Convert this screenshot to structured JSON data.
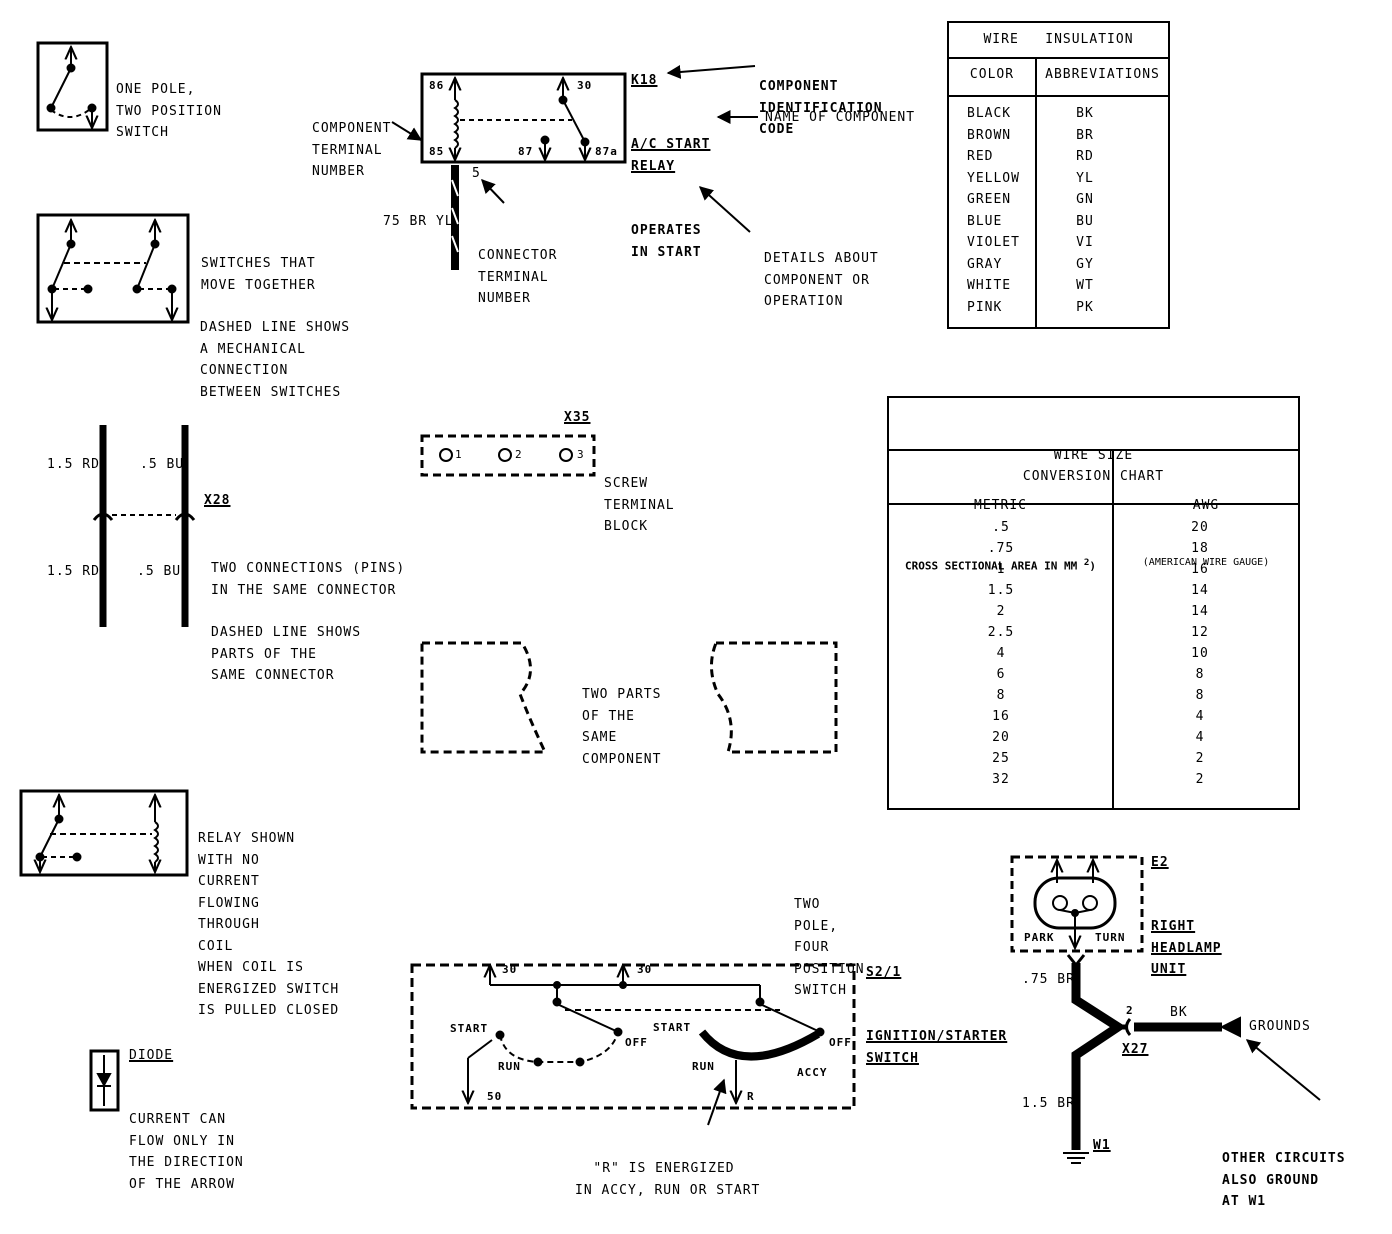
{
  "legend": {
    "one_pole": [
      "ONE POLE,",
      "TWO POSITION",
      "SWITCH"
    ],
    "together": [
      "SWITCHES THAT",
      "MOVE TOGETHER"
    ],
    "dashed_mech": [
      "DASHED LINE SHOWS",
      "A MECHANICAL",
      "CONNECTION",
      "BETWEEN SWITCHES"
    ],
    "two_conn": [
      "TWO CONNECTIONS (PINS)",
      "IN THE SAME CONNECTOR"
    ],
    "dashed_parts": [
      "DASHED LINE SHOWS",
      "PARTS OF THE",
      "SAME CONNECTOR"
    ],
    "relay": [
      "RELAY SHOWN",
      "WITH NO",
      "CURRENT",
      "FLOWING",
      "THROUGH",
      "COIL",
      "WHEN COIL IS",
      "ENERGIZED SWITCH",
      "IS PULLED CLOSED"
    ],
    "diode_title": "DIODE",
    "diode_desc": [
      "CURRENT CAN",
      "FLOW ONLY IN",
      "THE DIRECTION",
      "OF THE ARROW"
    ],
    "two_parts": [
      "TWO PARTS",
      "OF THE",
      "SAME",
      "COMPONENT"
    ],
    "screw_term": [
      "SCREW",
      "TERMINAL",
      "BLOCK"
    ],
    "four_pos": [
      "TWO",
      "POLE,",
      "FOUR",
      "POSITION",
      "SWITCH"
    ]
  },
  "connector": {
    "id": "X28",
    "left_top": "1.5 RD",
    "right_top": ".5 BU",
    "left_bottom": "1.5 RD",
    "right_bottom": ".5 BU"
  },
  "screw_block": {
    "id": "X35",
    "pins": [
      "1",
      "2",
      "3"
    ]
  },
  "relay_example": {
    "code": "K18",
    "name": [
      "A/C START",
      "RELAY"
    ],
    "details": [
      "OPERATES",
      "IN START"
    ],
    "terminals": {
      "t86": "86",
      "t85": "85",
      "t30": "30",
      "t87": "87",
      "t87a": "87a"
    },
    "connector_terminal": "5",
    "wire": "75 BR YL",
    "labels": {
      "comp_term": [
        "COMPONENT",
        "TERMINAL",
        "NUMBER"
      ],
      "conn_term": [
        "CONNECTOR",
        "TERMINAL",
        "NUMBER"
      ],
      "comp_id": [
        "COMPONENT",
        "IDENTIFICATION",
        "CODE"
      ],
      "name_of": "NAME OF COMPONENT",
      "details": [
        "DETAILS ABOUT",
        "COMPONENT OR",
        "OPERATION"
      ]
    }
  },
  "wire_insulation": {
    "title": "WIRE   INSULATION",
    "headers": [
      "COLOR",
      "ABBREVIATIONS"
    ],
    "rows": [
      [
        "BLACK",
        "BK"
      ],
      [
        "BROWN",
        "BR"
      ],
      [
        "RED",
        "RD"
      ],
      [
        "YELLOW",
        "YL"
      ],
      [
        "GREEN",
        "GN"
      ],
      [
        "BLUE",
        "BU"
      ],
      [
        "VIOLET",
        "VI"
      ],
      [
        "GRAY",
        "GY"
      ],
      [
        "WHITE",
        "WT"
      ],
      [
        "PINK",
        "PK"
      ]
    ]
  },
  "wire_size": {
    "title": [
      "WIRE SIZE",
      "CONVERSION CHART"
    ],
    "metric_header": [
      "METRIC",
      "CROSS SECTIONAL AREA IN MM"
    ],
    "metric_sup": "2",
    "awg_header": [
      "AWG",
      "(AMERICAN WIRE GAUGE)"
    ],
    "rows": [
      [
        ".5",
        "20"
      ],
      [
        ".75",
        "18"
      ],
      [
        "1",
        "16"
      ],
      [
        "1.5",
        "14"
      ],
      [
        "2",
        "14"
      ],
      [
        "2.5",
        "12"
      ],
      [
        "4",
        "10"
      ],
      [
        "6",
        "8"
      ],
      [
        "8",
        "8"
      ],
      [
        "16",
        "4"
      ],
      [
        "20",
        "4"
      ],
      [
        "25",
        "2"
      ],
      [
        "32",
        "2"
      ]
    ]
  },
  "ignition": {
    "code": "S2/1",
    "name": [
      "IGNITION/STARTER",
      "SWITCH"
    ],
    "t30a": "30",
    "t30b": "30",
    "t50": "50",
    "tr": "R",
    "start1": "START",
    "off1": "OFF",
    "run1": "RUN",
    "start2": "START",
    "off2": "OFF",
    "run2": "RUN",
    "accy": "ACCY",
    "note": [
      "\"R\" IS ENERGIZED",
      "IN ACCY, RUN OR START"
    ]
  },
  "headlamp": {
    "code": "E2",
    "name": [
      "RIGHT",
      "HEADLAMP",
      "UNIT"
    ],
    "park": "PARK",
    "turn": "TURN",
    "w_top": ".75 BR",
    "w_bot": "1.5 BR",
    "w_bk": "BK",
    "pin": "2",
    "splice": "X27",
    "ground": "W1",
    "grounds": "GROUNDS",
    "other": [
      "OTHER CIRCUITS",
      "ALSO GROUND",
      "AT W1"
    ]
  }
}
